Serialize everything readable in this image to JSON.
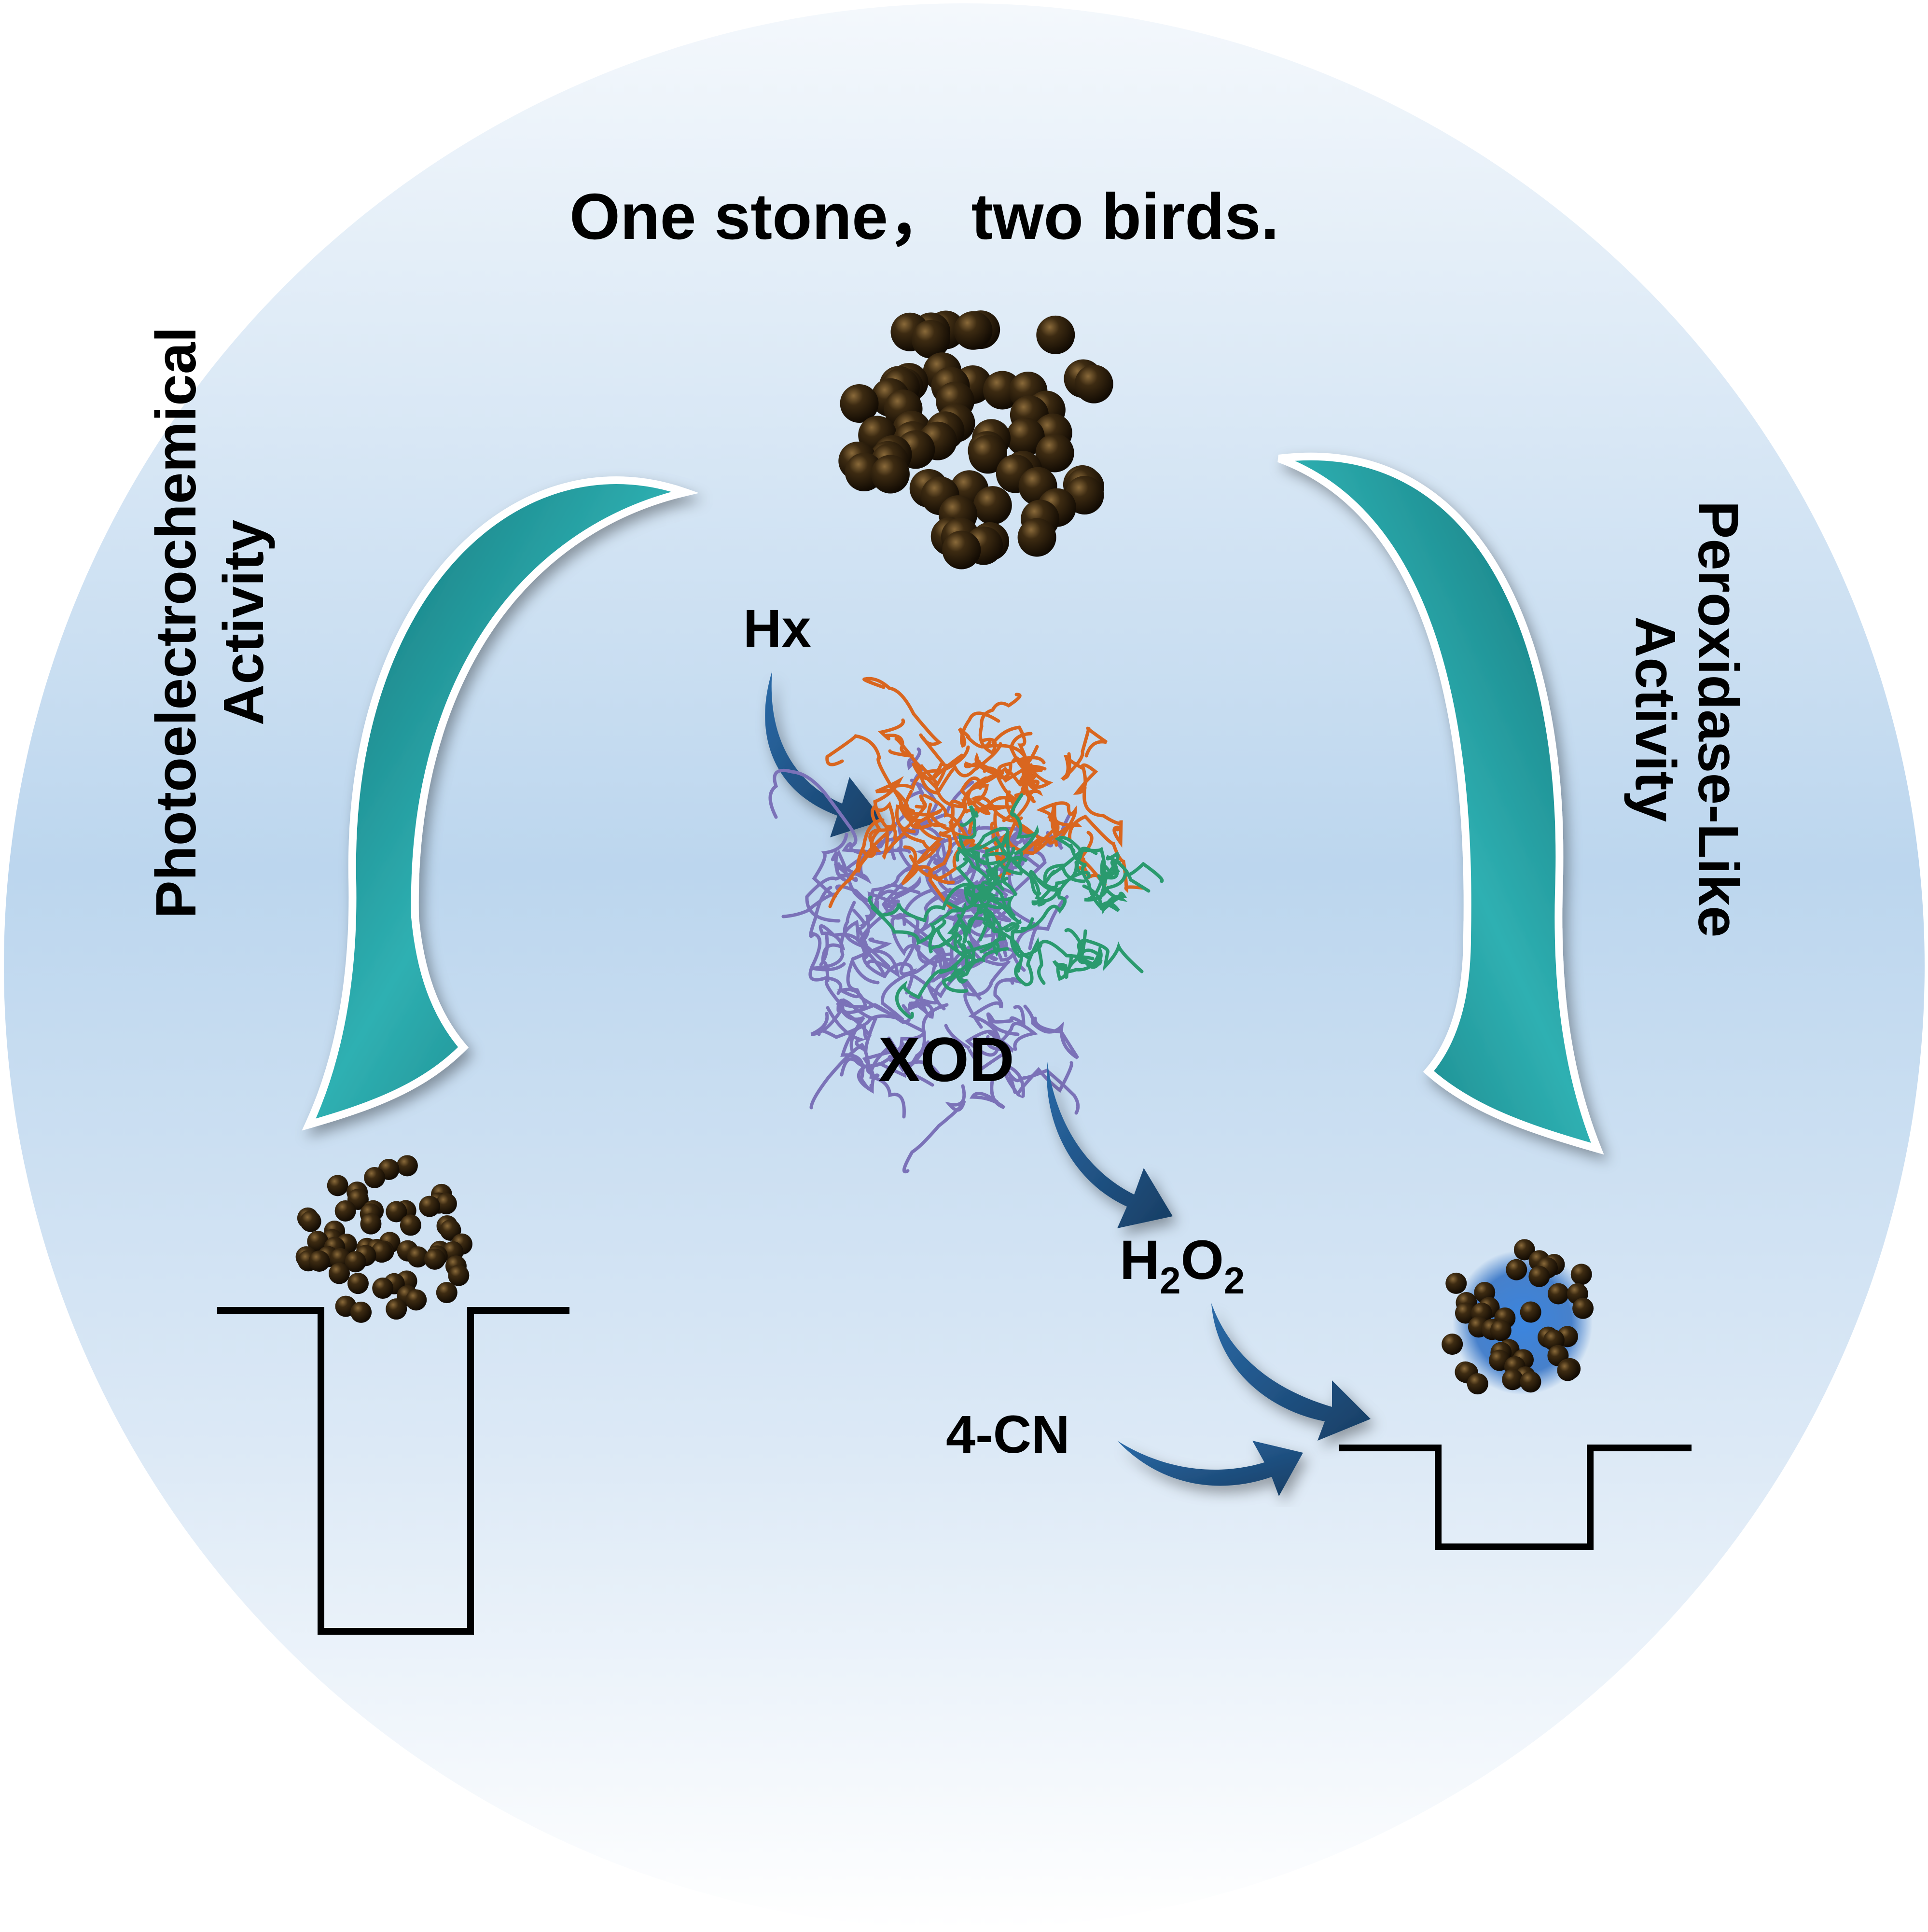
{
  "title": "One stone，  two birds.",
  "left_label": {
    "line1": "Photoelectrochemical",
    "line2": "Activity"
  },
  "right_label": {
    "line1": "Peroxidase-Like",
    "line2": "Activity"
  },
  "substrate": "Hx",
  "enzyme": "XOD",
  "product": {
    "main": "H",
    "sub1": "2",
    "mid": "O",
    "sub2": "2"
  },
  "reagent": "4-CN",
  "colors": {
    "background_top": "#f2f7fc",
    "background_mid": "#bcd6ee",
    "swoosh_arrow": "#1a8a8e",
    "small_arrow": "#1f4e79",
    "particle": "#3a2a12",
    "enzyme_orange": "#d9661f",
    "enzyme_green": "#2a9a6e",
    "enzyme_purple": "#7b72b8",
    "blue_product": "#2e6fc4"
  },
  "icons": [
    "nanoparticle-cluster-icon",
    "enzyme-structure-icon",
    "current-signal-icon"
  ]
}
